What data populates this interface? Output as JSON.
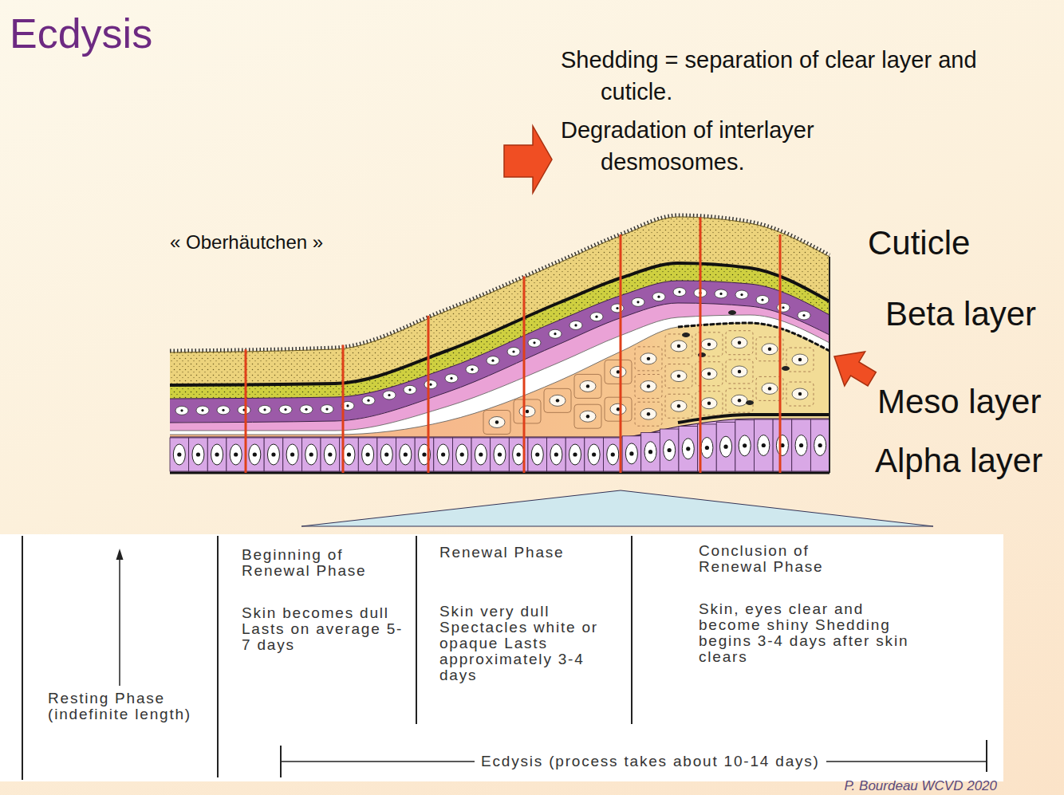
{
  "diagram": {
    "title": "Ecdysis",
    "labels": [
      "Shedding = separation of clear layer and cuticle.",
      "Degradation of interlayer desmosomes.",
      "« Oberhäutchen »",
      "Cuticle",
      "Beta layer",
      "Meso layer",
      "Alpha layer",
      "Resting Phase (indefinite length)",
      "Beginning of Renewal Phase",
      "Skin becomes dull Lasts on average 5-7 days",
      "Renewal Phase",
      "Skin very dull Spectacles white or opaque Lasts approximately 3-4 days",
      "Conclusion of Renewal Phase",
      "Skin, eyes clear and become shiny Shedding begins 3-4 days after skin clears",
      "Ecdysis (process takes about 10-14 days)",
      "P. Bourdeau WCVD 2020"
    ]
  }
}
